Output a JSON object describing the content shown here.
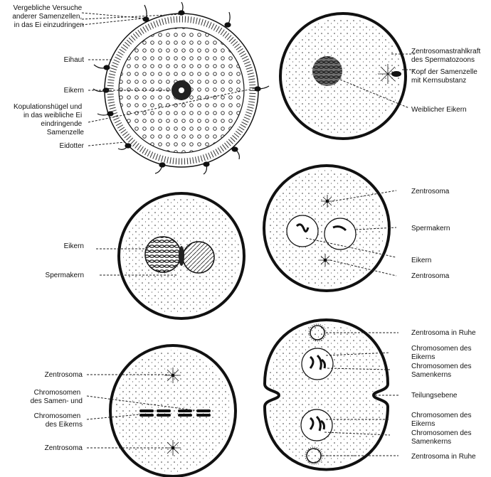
{
  "panel1": {
    "labels": {
      "attempts": [
        "Vergebliche Versuche",
        "anderer Samenzellen,",
        "in das Ei einzudringen"
      ],
      "eihaut": "Eihaut",
      "eikern": "Eikern",
      "kopulation": [
        "Kopulationshügel und",
        "in das weibliche Ei",
        "eindringende",
        "Samenzelle"
      ],
      "eidotter": "Eidotter"
    }
  },
  "panel2": {
    "labels": {
      "zentrosomastrahl": [
        "Zentrosomastrahlkraft",
        "des Spermatozoons"
      ],
      "kopf": [
        "Kopf der Samenzelle",
        "mit Kernsubstanz"
      ],
      "weiblicher": "Weiblicher Eikern"
    }
  },
  "panel3": {
    "labels": {
      "eikern": "Eikern",
      "spermakern": "Spermakern"
    }
  },
  "panel4": {
    "labels": {
      "zentrosoma_top": "Zentrosoma",
      "spermakern": "Spermakern",
      "eikern": "Eikern",
      "zentrosoma_bottom": "Zentrosoma"
    }
  },
  "panel5": {
    "labels": {
      "zentrosoma_top": "Zentrosoma",
      "chrom_samen": [
        "Chromosomen",
        "des Samen- und"
      ],
      "chrom_ei": [
        "Chromosomen",
        "des Eikerns"
      ],
      "zentrosoma_bottom": "Zentrosoma"
    }
  },
  "panel6": {
    "labels": {
      "ruhe_top": "Zentrosoma in Ruhe",
      "chrom_ei_top": [
        "Chromosomen des",
        "Eikerns"
      ],
      "chrom_samen_top": [
        "Chromosomen des",
        "Samenkerns"
      ],
      "teilung": "Teilungsebene",
      "chrom_ei_bottom": [
        "Chromosomen des",
        "Eikerns"
      ],
      "chrom_samen_bottom": [
        "Chromosomen des",
        "Samenkerns"
      ],
      "ruhe_bottom": "Zentrosoma in Ruhe"
    }
  }
}
